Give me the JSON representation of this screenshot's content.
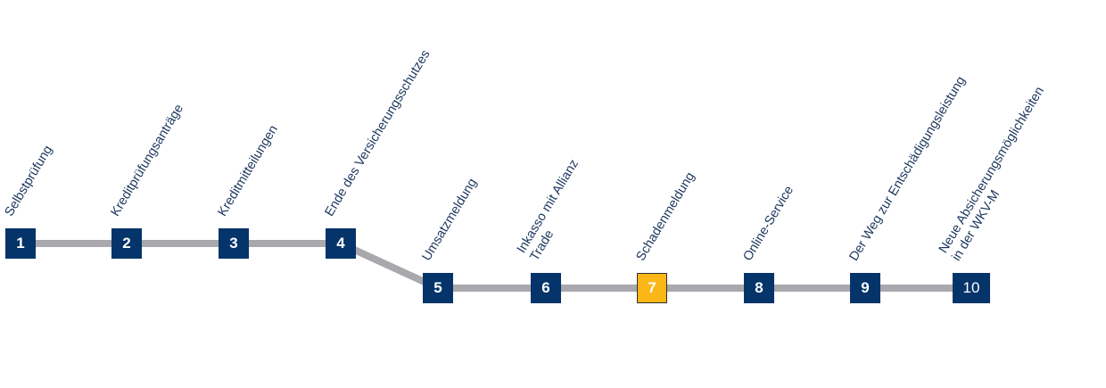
{
  "colors": {
    "box": "#04346a",
    "active_box": "#fbb617",
    "active_border": "#303030",
    "track": "#a9a8ad",
    "label": "#1b365d"
  },
  "steps": [
    {
      "number": "1",
      "label": [
        "Selbstprüfung"
      ]
    },
    {
      "number": "2",
      "label": [
        "Kreditprüfungsanträge"
      ]
    },
    {
      "number": "3",
      "label": [
        "Kreditmitteilungen"
      ]
    },
    {
      "number": "4",
      "label": [
        "Ende des Versicherungsschutzes"
      ]
    },
    {
      "number": "5",
      "label": [
        "Umsatzmeldung"
      ]
    },
    {
      "number": "6",
      "label": [
        "Inkasso mit Allianz",
        "Trade"
      ]
    },
    {
      "number": "7",
      "label": [
        "Schadenmeldung"
      ],
      "active": true
    },
    {
      "number": "8",
      "label": [
        "Online-Service"
      ]
    },
    {
      "number": "9",
      "label": [
        "Der Weg zur Entschädigungsleistung"
      ]
    },
    {
      "number": "10",
      "label": [
        "Neue Absicherungsmöglichkeiten",
        "in der WKV-M"
      ]
    }
  ]
}
